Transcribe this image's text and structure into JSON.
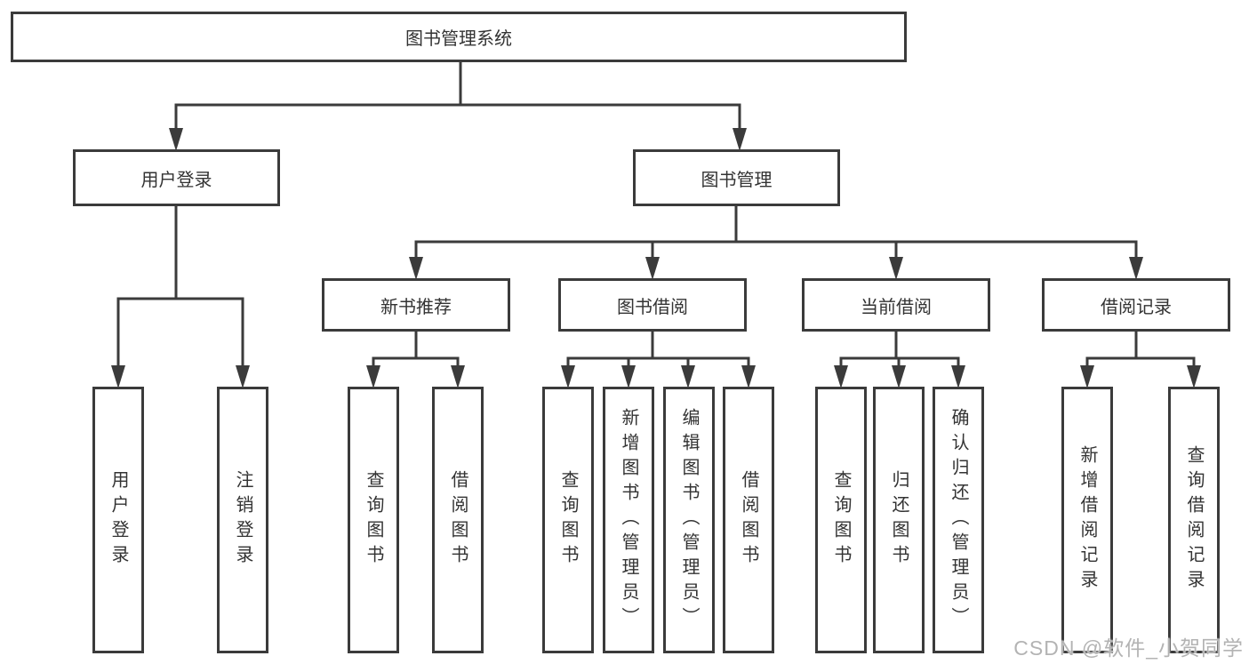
{
  "diagram_title": "图书管理系统",
  "watermark": "CSDN @软件_小贺同学",
  "colors": {
    "line": "#3b3b3b",
    "border": "#3b3b3b",
    "text": "#333333",
    "watermark": "#b3b3b3",
    "background": "#ffffff"
  },
  "tree": {
    "root": {
      "label": "图书管理系统"
    },
    "user_login": {
      "label": "用户登录",
      "leaves": [
        "用户登录",
        "注销登录"
      ]
    },
    "book_management": {
      "label": "图书管理"
    },
    "new_book": {
      "label": "新书推荐",
      "leaves": [
        "查询图书",
        "借阅图书"
      ]
    },
    "book_borrow": {
      "label": "图书借阅",
      "leaves": [
        "查询图书",
        "新增图书（管理员）",
        "编辑图书（管理员）",
        "借阅图书"
      ]
    },
    "current_borrow": {
      "label": "当前借阅",
      "leaves": [
        "查询图书",
        "归还图书",
        "确认归还（管理员）"
      ]
    },
    "borrow_records": {
      "label": "借阅记录",
      "leaves": [
        "新增借阅记录",
        "查询借阅记录"
      ]
    }
  }
}
